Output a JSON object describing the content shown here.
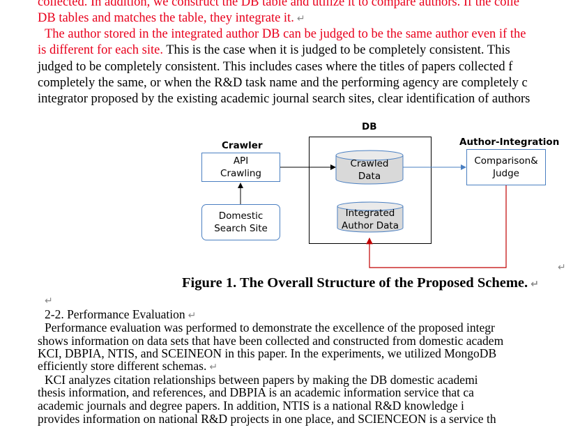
{
  "para_top": {
    "l1": "collected. In addition, we construct the DB table and utilize it to compare authors. If the colle",
    "l2": "DB tables and matches the table, they integrate it.",
    "l3": "The author stored in the integrated author DB can be judged to be the same author even if the",
    "l4_red": "is different for each site.",
    "l4_black": " This is the case when it is judged to be completely consistent. This",
    "l5": "judged to be completely consistent. This includes cases where the titles of papers collected f",
    "l6": "completely the same, or when the R&D task name and the performing agency are completely c",
    "l7": "integrator proposed by the existing academic journal search sites, clear identification of authors"
  },
  "paragraph_mark": "↵",
  "figure": {
    "crawler_label": "Crawler",
    "db_label": "DB",
    "author_integration_label": "Author-Integration",
    "api_crawling_1": "API",
    "api_crawling_2": "Crawling",
    "domestic_1": "Domestic",
    "domestic_2": "Search Site",
    "crawled_1": "Crawled",
    "crawled_2": "Data",
    "integrated_1": "Integrated",
    "integrated_2": "Author Data",
    "comparison_1": "Comparison&",
    "comparison_2": "Judge",
    "colors": {
      "box_border": "#4a7fc1",
      "cylinder_fill": "#d9d9d9",
      "feedback_arrow": "#c00000",
      "red_text": "#e8001c"
    }
  },
  "caption": "Figure 1. The Overall Structure of the Proposed Scheme.",
  "section": {
    "heading": "2-2. Performance Evaluation",
    "p1_l1": "Performance evaluation was performed to demonstrate the excellence of the proposed integr",
    "p1_l2": "shows information on data sets that have been collected and constructed from domestic academ",
    "p1_l3": "KCI, DBPIA, NTIS, and SCEINEON in this paper. In the experiments, we utilized MongoDB",
    "p1_l4": "efficiently store different schemas.",
    "p2_l1": "KCI analyzes citation relationships between papers by making the DB domestic academi",
    "p2_l2": "thesis information, and references, and DBPIA is an academic information service that ca",
    "p2_l3": "academic journals and degree papers. In addition, NTIS is a national R&D knowledge i",
    "p2_l4": "provides information on national R&D projects in one place, and SCIENCEON is a service th"
  }
}
